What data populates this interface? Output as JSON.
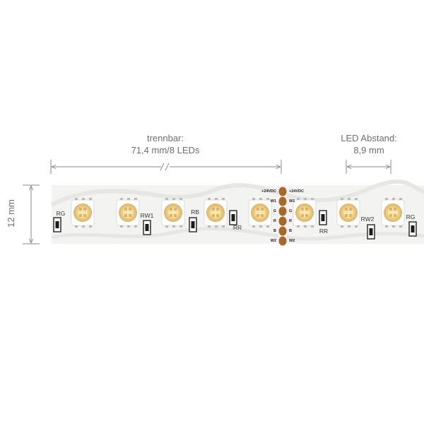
{
  "dimensions": {
    "cut_label_line1": "trennbar:",
    "cut_label_line2": "71,4 mm/8 LEDs",
    "pitch_label_line1": "LED Abstand:",
    "pitch_label_line2": "8,9 mm",
    "height_label": "12 mm"
  },
  "strip": {
    "resistor_labels": [
      "RG",
      "RW1",
      "RB",
      "RR",
      "RR",
      "RW2",
      "RG"
    ],
    "cut_pad_labels_left": [
      "+24VDC",
      "W1",
      "G",
      "R",
      "B",
      "W2"
    ],
    "cut_pad_labels_right": [
      "+24VDC",
      "W1",
      "G",
      "R",
      "B",
      "W2"
    ]
  },
  "colors": {
    "pcb": "#f3f3f1",
    "copper": "#a8672b",
    "dimension_line": "#8a8a8a"
  }
}
